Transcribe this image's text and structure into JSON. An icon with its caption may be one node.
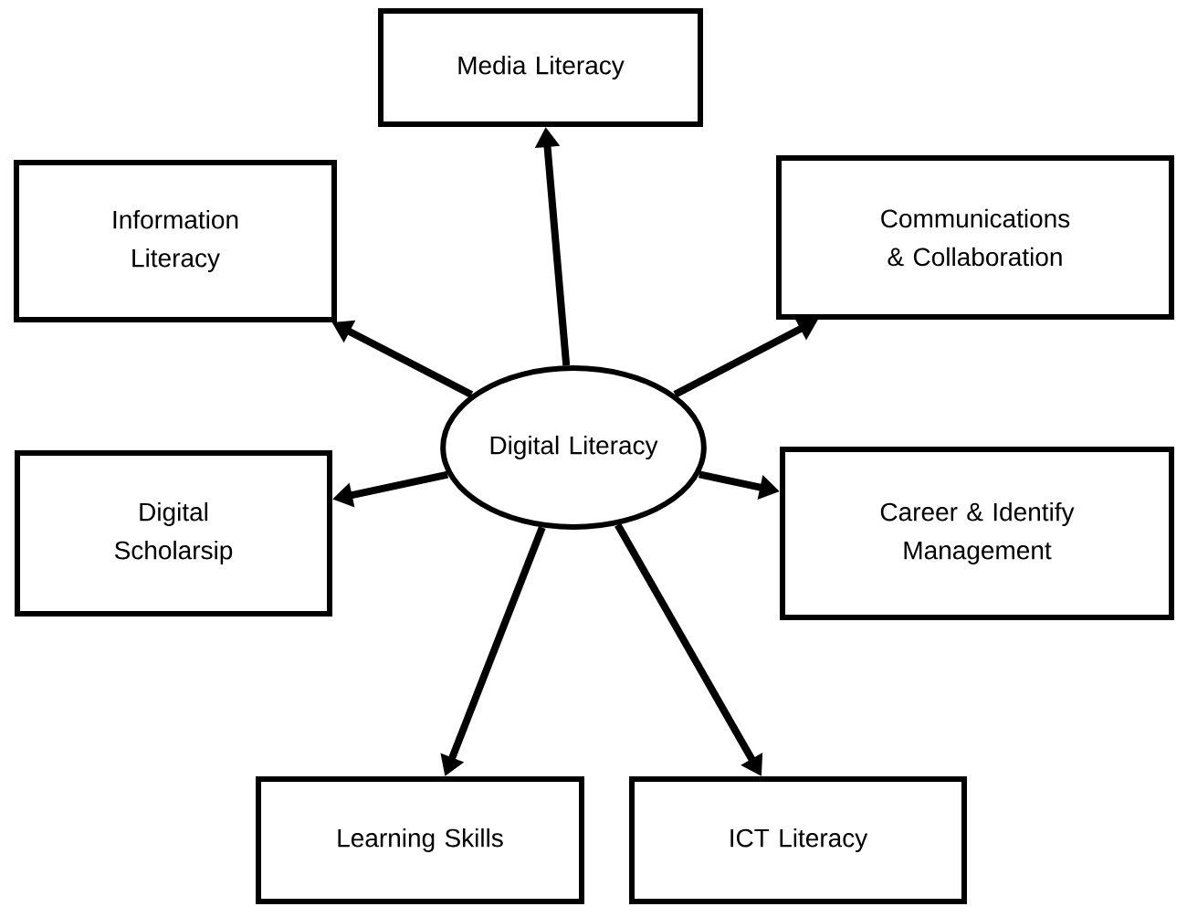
{
  "diagram": {
    "nodes": [
      {
        "text": [
          "Media Literacy"
        ]
      },
      {
        "text": [
          "Information Literacy"
        ]
      },
      {
        "text": [
          "Communications & Collaboration"
        ]
      },
      {
        "text": [
          "Digital Literacy"
        ]
      },
      {
        "text": [
          "Digital Scholarsip"
        ]
      },
      {
        "text": [
          "Career & Identify Management"
        ]
      },
      {
        "text": [
          "Learning Skills"
        ]
      },
      {
        "text": [
          "ICT Literacy"
        ]
      }
    ],
    "edges": [
      {
        "from": 3,
        "to": 0,
        "arrow": "to"
      },
      {
        "from": 3,
        "to": 1,
        "arrow": "to"
      },
      {
        "from": 3,
        "to": 2,
        "arrow": "to"
      },
      {
        "from": 3,
        "to": 4,
        "arrow": "to"
      },
      {
        "from": 3,
        "to": 5,
        "arrow": "to"
      },
      {
        "from": 3,
        "to": 6,
        "arrow": "to"
      },
      {
        "from": 3,
        "to": 7,
        "arrow": "to"
      }
    ]
  }
}
